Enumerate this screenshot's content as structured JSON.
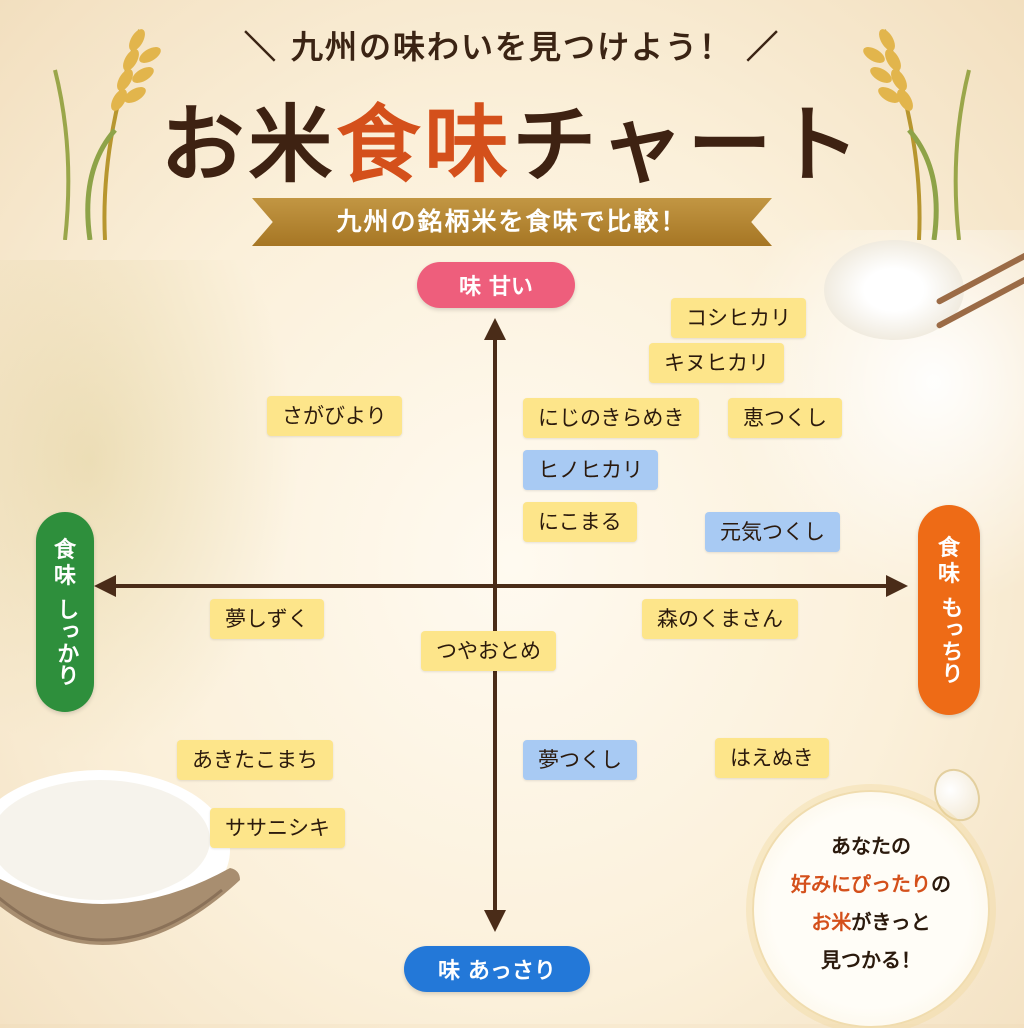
{
  "header": {
    "subtitle": "＼ 九州の味わいを見つけよう！ ／",
    "title_part1": "お米",
    "title_accent": "食味",
    "title_part2": "チャート",
    "ribbon": "九州の銘柄米を食味で比較！"
  },
  "axes": {
    "top": "味 甘い",
    "bottom": "味 あっさり",
    "left_line1": "食",
    "left_line2": "味",
    "left_line3": "しっかり",
    "right_line1": "食",
    "right_line2": "味",
    "right_line3": "もっちり"
  },
  "varieties": [
    {
      "name": "コシヒカリ",
      "color": "yellow"
    },
    {
      "name": "キヌヒカリ",
      "color": "yellow"
    },
    {
      "name": "さがびより",
      "color": "yellow"
    },
    {
      "name": "にじのきらめき",
      "color": "yellow"
    },
    {
      "name": "恵つくし",
      "color": "yellow"
    },
    {
      "name": "ヒノヒカリ",
      "color": "blue"
    },
    {
      "name": "にこまる",
      "color": "yellow"
    },
    {
      "name": "元気つくし",
      "color": "blue"
    },
    {
      "name": "夢しずく",
      "color": "yellow"
    },
    {
      "name": "森のくまさん",
      "color": "yellow"
    },
    {
      "name": "つやおとめ",
      "color": "yellow"
    },
    {
      "name": "あきたこまち",
      "color": "yellow"
    },
    {
      "name": "夢つくし",
      "color": "blue"
    },
    {
      "name": "はえぬき",
      "color": "yellow"
    },
    {
      "name": "ササニシキ",
      "color": "yellow"
    }
  ],
  "callout": {
    "line1": "あなたの",
    "line2_accent": "好みにぴったり",
    "line2_rest": "の",
    "line3_accent": "お米",
    "line3_rest": "がきっと",
    "line4": "見つかる！"
  },
  "colors": {
    "label_yellow": "#fde58a",
    "label_blue": "#a8caf3",
    "axis_top": "#ee5e7c",
    "axis_bottom": "#2378d8",
    "axis_left": "#2e8f3c",
    "axis_right": "#ee6b16",
    "accent": "#d4501b"
  }
}
